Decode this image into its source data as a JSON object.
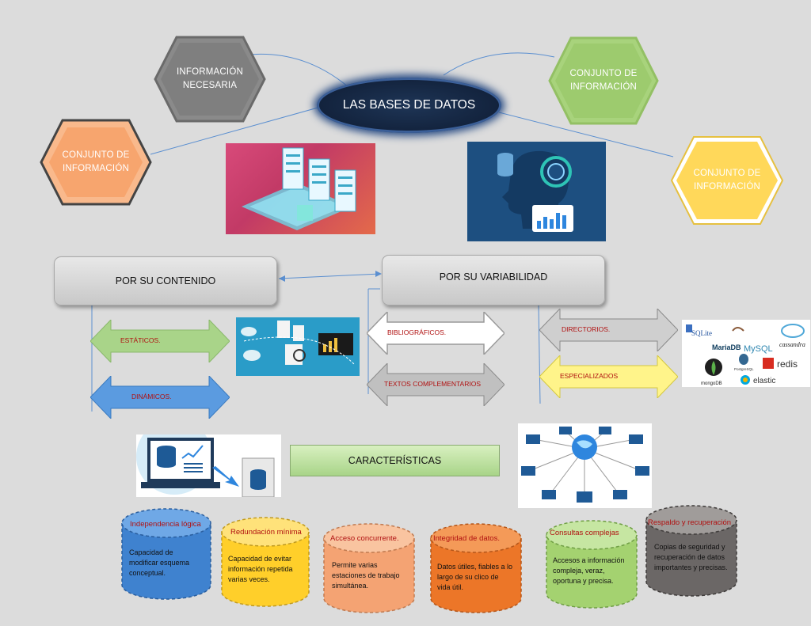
{
  "title": "LAS BASES DE DATOS",
  "hexagons": {
    "informacion_necesaria": "INFORMACIÓN NECESARIA",
    "conjunto_left": "CONJUNTO DE INFORMACIÓN",
    "conjunto_top_right": "CONJUNTO DE INFORMACIÓN",
    "conjunto_right": "CONJUNTO DE INFORMACIÓN"
  },
  "boxes": {
    "contenido": "POR SU CONTENIDO",
    "variabilidad": "POR SU VARIABILIDAD"
  },
  "arrows": {
    "estaticos": "ESTÁTICOS.",
    "dinamicos": "DINÁMICOS.",
    "bibliograficos": "BIBLIOGRÁFICOS.",
    "textos": "TEXTOS COMPLEMENTARIOS",
    "directorios": "DIRECTORIOS.",
    "especializados": "ESPECIALIZADOS"
  },
  "logos": {
    "sqlite": "SQLite",
    "mariadb": "MariaDB",
    "mysql": "MySQL",
    "cassandra": "cassandra",
    "mongodb": "mongoDB",
    "postgresql": "PostgreSQL",
    "redis": "redis",
    "elastic": "elastic"
  },
  "caracteristicas": "CARACTERÍSTICAS",
  "cylinders": [
    {
      "title": "Independencia lógica",
      "body": "Capacidad de modificar esquema conceptual."
    },
    {
      "title": "Redundación mínima",
      "body": "Capacidad de evitar información repetida varias veces."
    },
    {
      "title": "Acceso concurrente.",
      "body": "Permite varias estaciones de trabajo simultánea."
    },
    {
      "title": "Integridad de datos.",
      "body": "Datos útiles, fiables a lo largo de su clico de vida útil."
    },
    {
      "title": "Consultas complejas",
      "body": "Accesos a información compleja, veraz, oportuna y precisa."
    },
    {
      "title": "Respaldo y recuperación",
      "body": "Copias de seguridad y recuperación de datos importantes y precisas."
    }
  ],
  "colors": {
    "hex_gray": "#8a8a8a",
    "hex_orange": "#f9b98c",
    "hex_green": "#a8d37c",
    "hex_yellow": "#ffd85a",
    "cyl_blue": "#4d8fd6",
    "cyl_yellow": "#ffd84a",
    "cyl_light_orange": "#f4a878",
    "cyl_orange": "#ee7a2c",
    "cyl_green": "#a6d274",
    "cyl_dark_gray": "#6e6a68"
  }
}
